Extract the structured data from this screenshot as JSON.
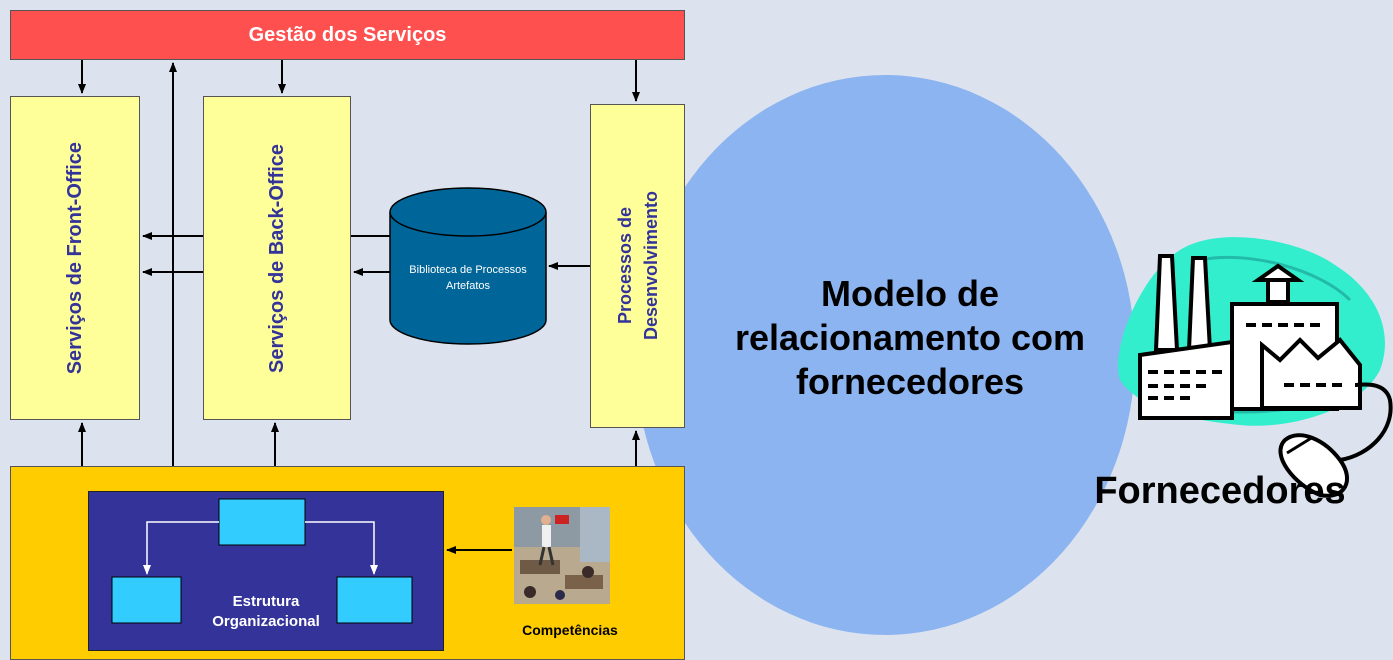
{
  "header": {
    "title": "Gestão dos Serviços"
  },
  "columns": {
    "front_office": "Serviços de Front-Office",
    "back_office": "Serviços de Back-Office",
    "processes": "Processos de\nDesenvolvimento"
  },
  "library": {
    "label": "Biblioteca de Processos\nArtefatos"
  },
  "org": {
    "label": "Estrutura\nOrganizacional"
  },
  "competencias": {
    "label": "Competências"
  },
  "circle": {
    "label": "Modelo de\nrelacionamento com\nfornecedores"
  },
  "suppliers": {
    "label": "Fornecedores",
    "icon": "factory-mouse-icon"
  },
  "colors": {
    "header_bar": "#ff5050",
    "service_box": "#ffff99",
    "bottom_panel": "#ffcc00",
    "org_box": "#333399",
    "cylinder": "#006699",
    "circle": "#8cb4f0",
    "text_blue": "#333399"
  }
}
